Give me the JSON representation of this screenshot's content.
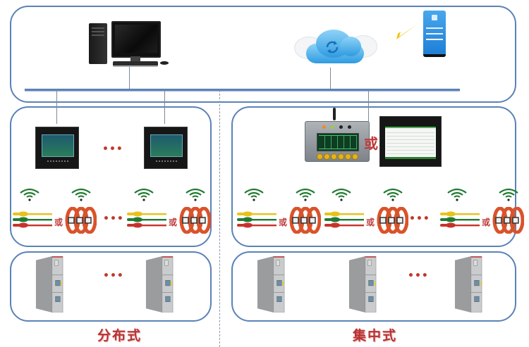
{
  "diagram": {
    "title": "Wireless temperature monitoring system architecture",
    "top_layer": {
      "nodes": [
        {
          "id": "pc",
          "icon": "desktop-computer-icon",
          "label": ""
        },
        {
          "id": "cloud",
          "icon": "cloud-sync-icon",
          "label": ""
        },
        {
          "id": "phone",
          "icon": "mobile-phone-icon",
          "label": ""
        }
      ],
      "wireless_link_icon": "lightning-bolt-icon"
    },
    "distributed": {
      "label": "分布式",
      "controllers": [
        {
          "icon": "panel-display-controller-icon"
        },
        {
          "icon": "panel-display-controller-icon"
        }
      ],
      "controller_ellipsis": "•••",
      "sensor_groups": [
        {
          "sensor_a": "cable-tie-sensor",
          "or": "或",
          "sensor_b": "clamp-ring-sensor"
        },
        {
          "sensor_a": "cable-tie-sensor",
          "or": "或",
          "sensor_b": "clamp-ring-sensor"
        }
      ],
      "sensor_ellipsis": "•••",
      "cabinets_ellipsis": "•••"
    },
    "centralized": {
      "label": "集中式",
      "host_or": "或",
      "host_a": "temperature-monitoring-unit",
      "host_b": "touch-screen-monitor",
      "sensor_groups": [
        {
          "sensor_a": "cable-tie-sensor",
          "or": "或",
          "sensor_b": "clamp-ring-sensor"
        },
        {
          "sensor_a": "cable-tie-sensor",
          "or": "或",
          "sensor_b": "clamp-ring-sensor"
        },
        {
          "sensor_a": "cable-tie-sensor",
          "or": "或",
          "sensor_b": "clamp-ring-sensor"
        }
      ],
      "sensor_ellipsis": "•••",
      "cabinets_ellipsis": "•••"
    },
    "colors": {
      "border": "#5b82b6",
      "label_red": "#b83232",
      "wifi_green": "#1e7a2e",
      "ring_orange": "#d9532b",
      "cloud_blue": "#2e9be0"
    }
  }
}
